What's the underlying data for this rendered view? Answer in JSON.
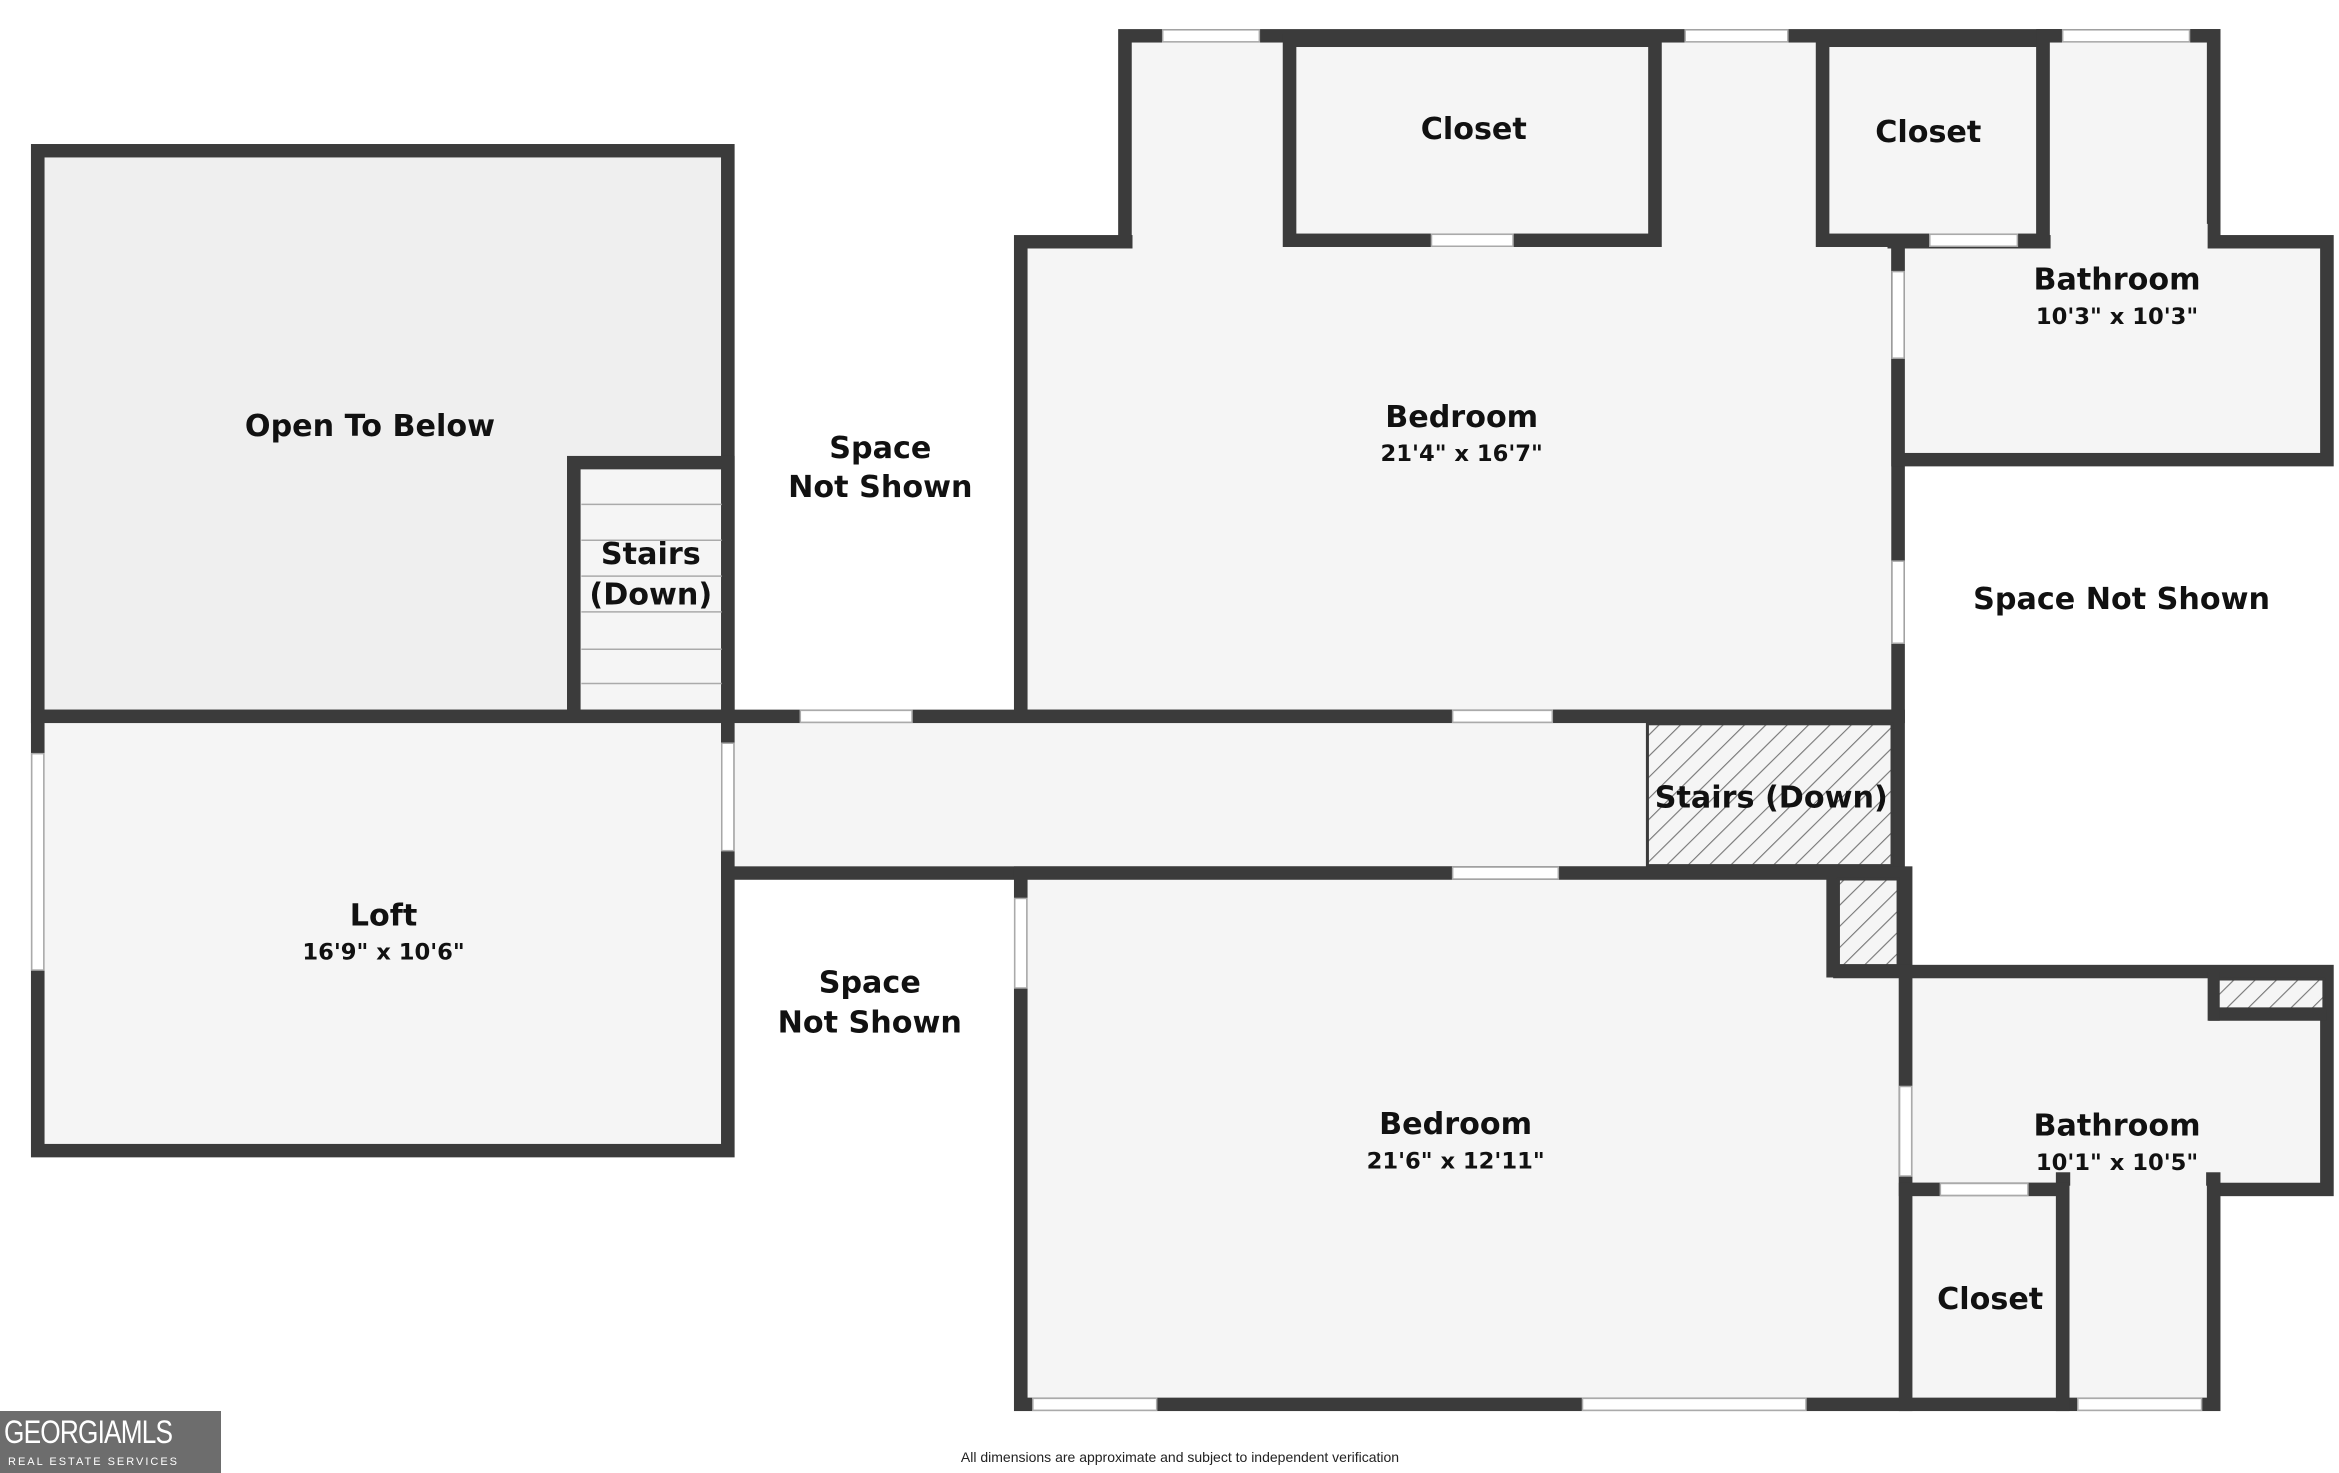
{
  "rooms": {
    "open_to_below": {
      "label": "Open To Below"
    },
    "stairs_left": {
      "label_line1": "Stairs",
      "label_line2": "(Down)"
    },
    "space_not_shown_1": {
      "label_line1": "Space",
      "label_line2": "Not Shown"
    },
    "space_not_shown_2": {
      "label_line1": "Space",
      "label_line2": "Not Shown"
    },
    "space_not_shown_3": {
      "label": "Space Not Shown"
    },
    "closet_1": {
      "label": "Closet"
    },
    "closet_2": {
      "label": "Closet"
    },
    "closet_3": {
      "label": "Closet"
    },
    "bathroom_1": {
      "label": "Bathroom",
      "dims": "10'3\" x 10'3\""
    },
    "bathroom_2": {
      "label": "Bathroom",
      "dims": "10'1\" x 10'5\""
    },
    "bedroom_1": {
      "label": "Bedroom",
      "dims": "21'4\" x 16'7\""
    },
    "bedroom_2": {
      "label": "Bedroom",
      "dims": "21'6\" x 12'11\""
    },
    "loft": {
      "label": "Loft",
      "dims": "16'9\" x 10'6\""
    },
    "stairs_hall": {
      "label": "Stairs (Down)"
    }
  },
  "logo": {
    "title": "GEORGIAMLS",
    "subtitle": "REAL ESTATE SERVICES"
  },
  "disclaimer": "All dimensions are approximate and subject to independent verification"
}
